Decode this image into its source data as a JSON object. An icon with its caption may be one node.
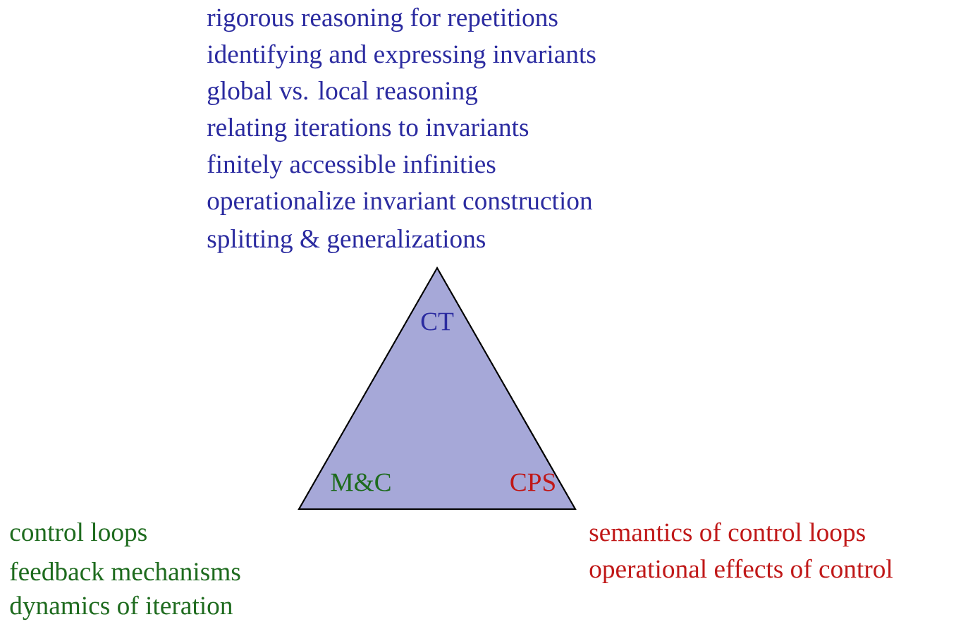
{
  "diagram": {
    "nodes": [
      {
        "text": [
          "CT",
          "M&C",
          "CPS"
        ]
      }
    ],
    "labels": [
      "rigorous reasoning for repetitions",
      "identifying and expressing invariants",
      "global vs. local reasoning",
      "relating iterations to invariants",
      "finitely accessible infinities",
      "operationalize invariant construction",
      "splitting & generalizations",
      "control loops",
      "semantics of control loops",
      "feedback mechanisms",
      "operational effects of control",
      "dynamics of iteration"
    ]
  }
}
